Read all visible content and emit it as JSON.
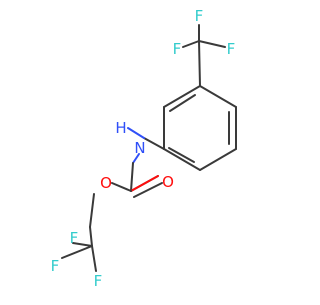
{
  "molecule": {
    "atom_labels": {
      "f_top1": "F",
      "f_top2": "F",
      "f_top3": "F",
      "nh": "H",
      "n": "N",
      "o_ester": "O",
      "o_carbonyl": "O",
      "f_bot1": "F",
      "f_bot2": "F",
      "f_bot3": "F"
    },
    "colors": {
      "bond": "#3a3a3a",
      "fluorine": "#33cccc",
      "nitrogen": "#3050f8",
      "oxygen": "#ff0d0d"
    }
  }
}
